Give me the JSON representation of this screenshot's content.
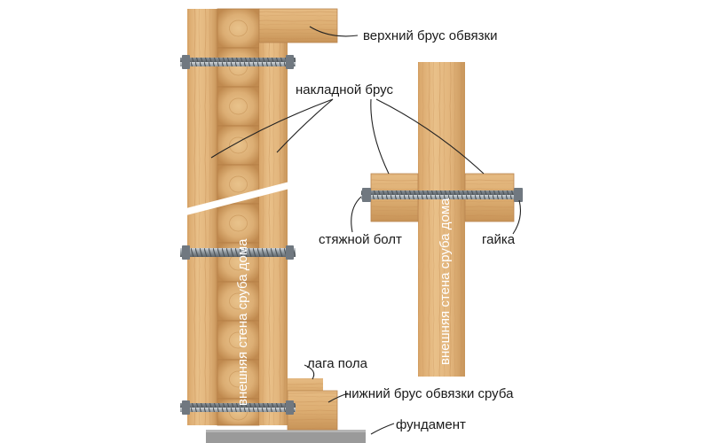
{
  "labels": {
    "top_beam": "верхний брус обвязки",
    "overlay_beam": "накладной брус",
    "tension_bolt": "стяжной болт",
    "nut": "гайка",
    "floor_joist": "лага пола",
    "bottom_beam": "нижний брус обвязки сруба",
    "foundation": "фундамент",
    "outer_wall_left": "внешняя стена сруба дома",
    "outer_wall_right": "внешняя стена сруба дома"
  },
  "colors": {
    "wood_light": "#e9c089",
    "wood_mid": "#d9a66a",
    "wood_dark": "#b9854b",
    "log_end": "#dcae74",
    "bolt": "#8e969c",
    "foundation": "#9a9a9a",
    "leader_line": "#222222"
  },
  "icons": {
    "bolt": "threaded-rod-icon",
    "nut": "hex-nut-icon"
  }
}
